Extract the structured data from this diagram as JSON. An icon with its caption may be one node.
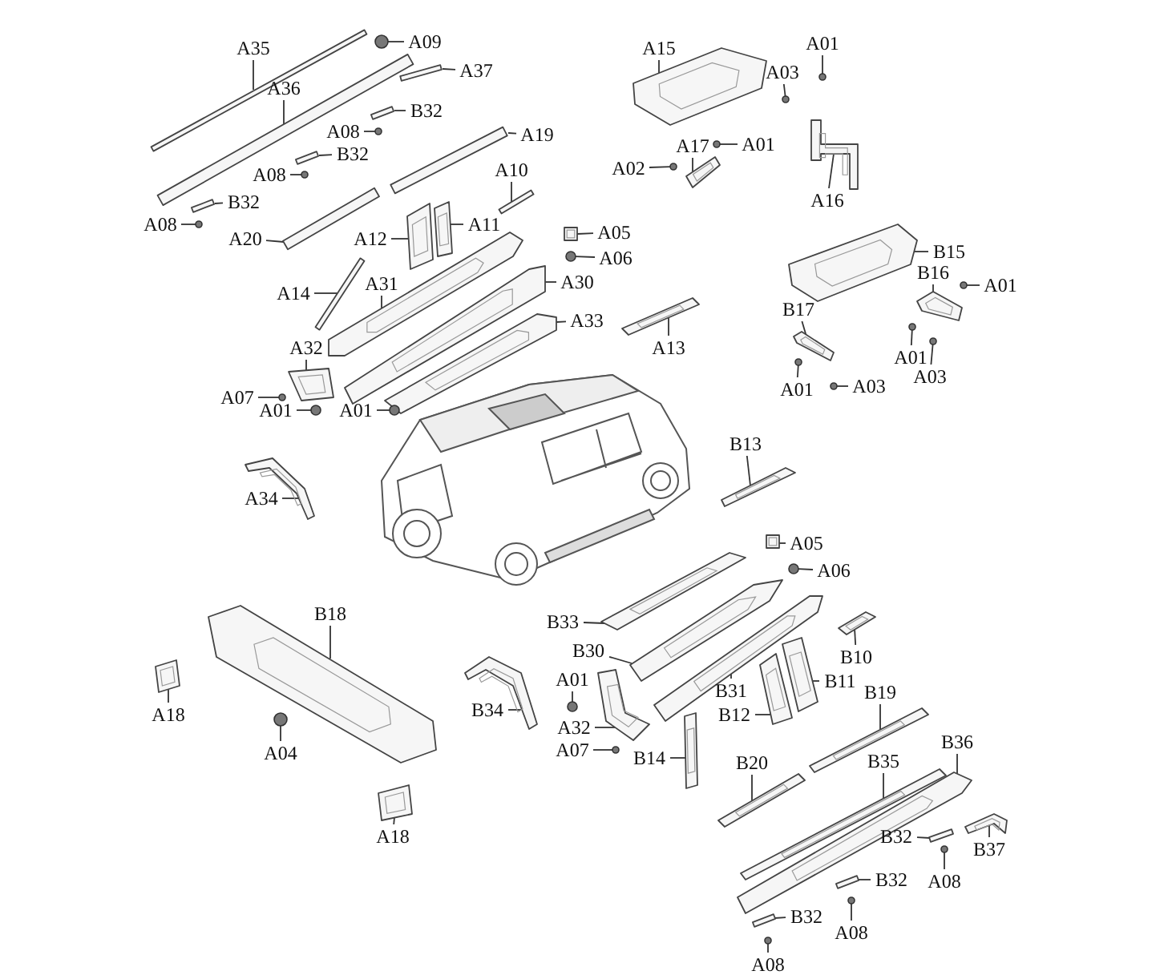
{
  "diagram": {
    "nodes": [
      {
        "text": [
          "A35"
        ]
      },
      {
        "text": [],
        "shape": "bar"
      },
      {
        "text": [
          "A09"
        ]
      },
      {
        "text": [],
        "shape": "circle"
      },
      {
        "text": [
          "A37"
        ]
      },
      {
        "text": [],
        "shape": "bar"
      },
      {
        "text": [
          "A36"
        ]
      },
      {
        "text": [],
        "shape": "bar"
      },
      {
        "text": [
          "B32"
        ]
      },
      {
        "text": [],
        "shape": "bar"
      },
      {
        "text": [
          "A08"
        ]
      },
      {
        "text": [],
        "shape": "circle"
      },
      {
        "text": [
          "A19"
        ]
      },
      {
        "text": [],
        "shape": "bar"
      },
      {
        "text": [
          "B32"
        ]
      },
      {
        "text": [],
        "shape": "bar"
      },
      {
        "text": [
          "A08"
        ]
      },
      {
        "text": [],
        "shape": "circle"
      },
      {
        "text": [
          "A10"
        ]
      },
      {
        "text": [],
        "shape": "bar"
      },
      {
        "text": [
          "B32"
        ]
      },
      {
        "text": [],
        "shape": "bar"
      },
      {
        "text": [
          "A08"
        ]
      },
      {
        "text": [],
        "shape": "circle"
      },
      {
        "text": [
          "A20"
        ]
      },
      {
        "text": [],
        "shape": "bar"
      },
      {
        "text": [
          "A11"
        ]
      },
      {
        "text": [],
        "shape": "picture"
      },
      {
        "text": [
          "A12"
        ]
      },
      {
        "text": [],
        "shape": "picture"
      },
      {
        "text": [
          "A14"
        ]
      },
      {
        "text": [],
        "shape": "bar"
      },
      {
        "text": [
          "A31"
        ]
      },
      {
        "text": [],
        "shape": "picture"
      },
      {
        "text": [
          "A05"
        ]
      },
      {
        "text": [],
        "shape": "picture"
      },
      {
        "text": [
          "A06"
        ]
      },
      {
        "text": [],
        "shape": "circle"
      },
      {
        "text": [
          "A30"
        ]
      },
      {
        "text": [],
        "shape": "picture"
      },
      {
        "text": [
          "A33"
        ]
      },
      {
        "text": [],
        "shape": "picture"
      },
      {
        "text": [
          "A13"
        ]
      },
      {
        "text": [],
        "shape": "picture"
      },
      {
        "text": [
          "A32"
        ]
      },
      {
        "text": [],
        "shape": "picture"
      },
      {
        "text": [
          "A07"
        ]
      },
      {
        "text": [],
        "shape": "circle"
      },
      {
        "text": [
          "A01"
        ]
      },
      {
        "text": [],
        "shape": "circle"
      },
      {
        "text": [
          "A01"
        ]
      },
      {
        "text": [],
        "shape": "circle"
      },
      {
        "text": [
          "A15"
        ]
      },
      {
        "text": [],
        "shape": "picture"
      },
      {
        "text": [
          "A01"
        ]
      },
      {
        "text": [],
        "shape": "circle"
      },
      {
        "text": [
          "A03"
        ]
      },
      {
        "text": [],
        "shape": "circle"
      },
      {
        "text": [
          "A17"
        ]
      },
      {
        "text": [],
        "shape": "picture"
      },
      {
        "text": [
          "A01"
        ]
      },
      {
        "text": [],
        "shape": "circle"
      },
      {
        "text": [
          "A02"
        ]
      },
      {
        "text": [],
        "shape": "circle"
      },
      {
        "text": [
          "A16"
        ]
      },
      {
        "text": [],
        "shape": "picture"
      },
      {
        "text": [
          "B15"
        ]
      },
      {
        "text": [],
        "shape": "picture"
      },
      {
        "text": [
          "B16"
        ]
      },
      {
        "text": [],
        "shape": "picture"
      },
      {
        "text": [
          "A01"
        ]
      },
      {
        "text": [],
        "shape": "circle"
      },
      {
        "text": [
          "B17"
        ]
      },
      {
        "text": [],
        "shape": "picture"
      },
      {
        "text": [
          "A01"
        ]
      },
      {
        "text": [],
        "shape": "circle"
      },
      {
        "text": [
          "A01"
        ]
      },
      {
        "text": [],
        "shape": "circle"
      },
      {
        "text": [
          "A03"
        ]
      },
      {
        "text": [],
        "shape": "circle"
      },
      {
        "text": [
          "A03"
        ]
      },
      {
        "text": [],
        "shape": "circle"
      },
      {
        "text": [
          "B13"
        ]
      },
      {
        "text": [],
        "shape": "picture"
      },
      {
        "text": [
          "A34"
        ]
      },
      {
        "text": [],
        "shape": "picture"
      },
      {
        "text": [
          "A05"
        ]
      },
      {
        "text": [],
        "shape": "picture"
      },
      {
        "text": [
          "A06"
        ]
      },
      {
        "text": [],
        "shape": "circle"
      },
      {
        "text": [
          "B33"
        ]
      },
      {
        "text": [],
        "shape": "picture"
      },
      {
        "text": [
          "B18"
        ]
      },
      {
        "text": [],
        "shape": "picture"
      },
      {
        "text": [
          "B30"
        ]
      },
      {
        "text": [],
        "shape": "picture"
      },
      {
        "text": [
          "B10"
        ]
      },
      {
        "text": [],
        "shape": "picture"
      },
      {
        "text": [
          "B11"
        ]
      },
      {
        "text": [],
        "shape": "picture"
      },
      {
        "text": [
          "A18"
        ]
      },
      {
        "text": [],
        "shape": "picture"
      },
      {
        "text": [
          "B31"
        ]
      },
      {
        "text": [],
        "shape": "picture"
      },
      {
        "text": [
          "A01"
        ]
      },
      {
        "text": [],
        "shape": "circle"
      },
      {
        "text": [
          "B34"
        ]
      },
      {
        "text": [],
        "shape": "picture"
      },
      {
        "text": [
          "B12"
        ]
      },
      {
        "text": [],
        "shape": "picture"
      },
      {
        "text": [
          "B19"
        ]
      },
      {
        "text": [],
        "shape": "picture"
      },
      {
        "text": [
          "A32"
        ]
      },
      {
        "text": [],
        "shape": "picture"
      },
      {
        "text": [
          "A04"
        ]
      },
      {
        "text": [],
        "shape": "circle"
      },
      {
        "text": [
          "B14"
        ]
      },
      {
        "text": [],
        "shape": "picture"
      },
      {
        "text": [
          "A07"
        ]
      },
      {
        "text": [],
        "shape": "circle"
      },
      {
        "text": [
          "B36"
        ]
      },
      {
        "text": [],
        "shape": "picture"
      },
      {
        "text": [
          "B20"
        ]
      },
      {
        "text": [],
        "shape": "picture"
      },
      {
        "text": [
          "B35"
        ]
      },
      {
        "text": [],
        "shape": "picture"
      },
      {
        "text": [
          "A18"
        ]
      },
      {
        "text": [],
        "shape": "picture"
      },
      {
        "text": [
          "B32"
        ]
      },
      {
        "text": [],
        "shape": "bar"
      },
      {
        "text": [
          "B37"
        ]
      },
      {
        "text": [],
        "shape": "picture"
      },
      {
        "text": [
          "A08"
        ]
      },
      {
        "text": [],
        "shape": "circle"
      },
      {
        "text": [
          "B32"
        ]
      },
      {
        "text": [],
        "shape": "bar"
      },
      {
        "text": [
          "A08"
        ]
      },
      {
        "text": [],
        "shape": "circle"
      },
      {
        "text": [
          "B32"
        ]
      },
      {
        "text": [],
        "shape": "bar"
      },
      {
        "text": [
          "A08"
        ]
      },
      {
        "text": [],
        "shape": "circle"
      }
    ],
    "edges": [
      {
        "from": 0,
        "to": 1,
        "arrow": "none"
      },
      {
        "from": 2,
        "to": 3,
        "arrow": "none"
      },
      {
        "from": 4,
        "to": 5,
        "arrow": "none"
      },
      {
        "from": 6,
        "to": 7,
        "arrow": "none"
      },
      {
        "from": 8,
        "to": 9,
        "arrow": "none"
      },
      {
        "from": 10,
        "to": 11,
        "arrow": "none"
      },
      {
        "from": 12,
        "to": 13,
        "arrow": "none"
      },
      {
        "from": 14,
        "to": 15,
        "arrow": "none"
      },
      {
        "from": 16,
        "to": 17,
        "arrow": "none"
      },
      {
        "from": 18,
        "to": 19,
        "arrow": "none"
      },
      {
        "from": 20,
        "to": 21,
        "arrow": "none"
      },
      {
        "from": 22,
        "to": 23,
        "arrow": "none"
      },
      {
        "from": 24,
        "to": 25,
        "arrow": "none"
      },
      {
        "from": 26,
        "to": 27,
        "arrow": "none"
      },
      {
        "from": 28,
        "to": 29,
        "arrow": "none"
      },
      {
        "from": 30,
        "to": 31,
        "arrow": "none"
      },
      {
        "from": 32,
        "to": 33,
        "arrow": "none"
      },
      {
        "from": 34,
        "to": 35,
        "arrow": "none"
      },
      {
        "from": 36,
        "to": 37,
        "arrow": "none"
      },
      {
        "from": 38,
        "to": 39,
        "arrow": "none"
      },
      {
        "from": 40,
        "to": 41,
        "arrow": "none"
      },
      {
        "from": 42,
        "to": 43,
        "arrow": "none"
      },
      {
        "from": 44,
        "to": 45,
        "arrow": "none"
      },
      {
        "from": 46,
        "to": 47,
        "arrow": "none"
      },
      {
        "from": 48,
        "to": 49,
        "arrow": "none"
      },
      {
        "from": 50,
        "to": 51,
        "arrow": "none"
      },
      {
        "from": 52,
        "to": 53,
        "arrow": "none"
      },
      {
        "from": 54,
        "to": 55,
        "arrow": "none"
      },
      {
        "from": 56,
        "to": 57,
        "arrow": "none"
      },
      {
        "from": 58,
        "to": 59,
        "arrow": "none"
      },
      {
        "from": 60,
        "to": 61,
        "arrow": "none"
      },
      {
        "from": 62,
        "to": 63,
        "arrow": "none"
      },
      {
        "from": 64,
        "to": 65,
        "arrow": "none"
      },
      {
        "from": 66,
        "to": 67,
        "arrow": "none"
      },
      {
        "from": 68,
        "to": 69,
        "arrow": "none"
      },
      {
        "from": 70,
        "to": 71,
        "arrow": "none"
      },
      {
        "from": 72,
        "to": 73,
        "arrow": "none"
      },
      {
        "from": 74,
        "to": 75,
        "arrow": "none"
      },
      {
        "from": 76,
        "to": 77,
        "arrow": "none"
      },
      {
        "from": 78,
        "to": 79,
        "arrow": "none"
      },
      {
        "from": 80,
        "to": 81,
        "arrow": "none"
      },
      {
        "from": 82,
        "to": 83,
        "arrow": "none"
      },
      {
        "from": 84,
        "to": 85,
        "arrow": "none"
      },
      {
        "from": 86,
        "to": 87,
        "arrow": "none"
      },
      {
        "from": 88,
        "to": 89,
        "arrow": "none"
      },
      {
        "from": 90,
        "to": 91,
        "arrow": "none"
      },
      {
        "from": 92,
        "to": 93,
        "arrow": "none"
      },
      {
        "from": 94,
        "to": 95,
        "arrow": "none"
      },
      {
        "from": 96,
        "to": 97,
        "arrow": "none"
      },
      {
        "from": 98,
        "to": 99,
        "arrow": "none"
      },
      {
        "from": 100,
        "to": 101,
        "arrow": "none"
      },
      {
        "from": 102,
        "to": 103,
        "arrow": "none"
      },
      {
        "from": 104,
        "to": 105,
        "arrow": "none"
      },
      {
        "from": 106,
        "to": 107,
        "arrow": "none"
      },
      {
        "from": 108,
        "to": 109,
        "arrow": "none"
      },
      {
        "from": 110,
        "to": 111,
        "arrow": "none"
      },
      {
        "from": 112,
        "to": 113,
        "arrow": "none"
      },
      {
        "from": 114,
        "to": 115,
        "arrow": "none"
      },
      {
        "from": 116,
        "to": 117,
        "arrow": "none"
      },
      {
        "from": 118,
        "to": 119,
        "arrow": "none"
      },
      {
        "from": 120,
        "to": 121,
        "arrow": "none"
      },
      {
        "from": 122,
        "to": 123,
        "arrow": "none"
      },
      {
        "from": 124,
        "to": 125,
        "arrow": "none"
      },
      {
        "from": 126,
        "to": 127,
        "arrow": "none"
      },
      {
        "from": 128,
        "to": 129,
        "arrow": "none"
      },
      {
        "from": 130,
        "to": 131,
        "arrow": "none"
      },
      {
        "from": 132,
        "to": 133,
        "arrow": "none"
      },
      {
        "from": 134,
        "to": 135,
        "arrow": "none"
      },
      {
        "from": 136,
        "to": 137,
        "arrow": "none"
      },
      {
        "from": 138,
        "to": 139,
        "arrow": "none"
      },
      {
        "from": 140,
        "to": 141,
        "arrow": "none"
      }
    ]
  }
}
